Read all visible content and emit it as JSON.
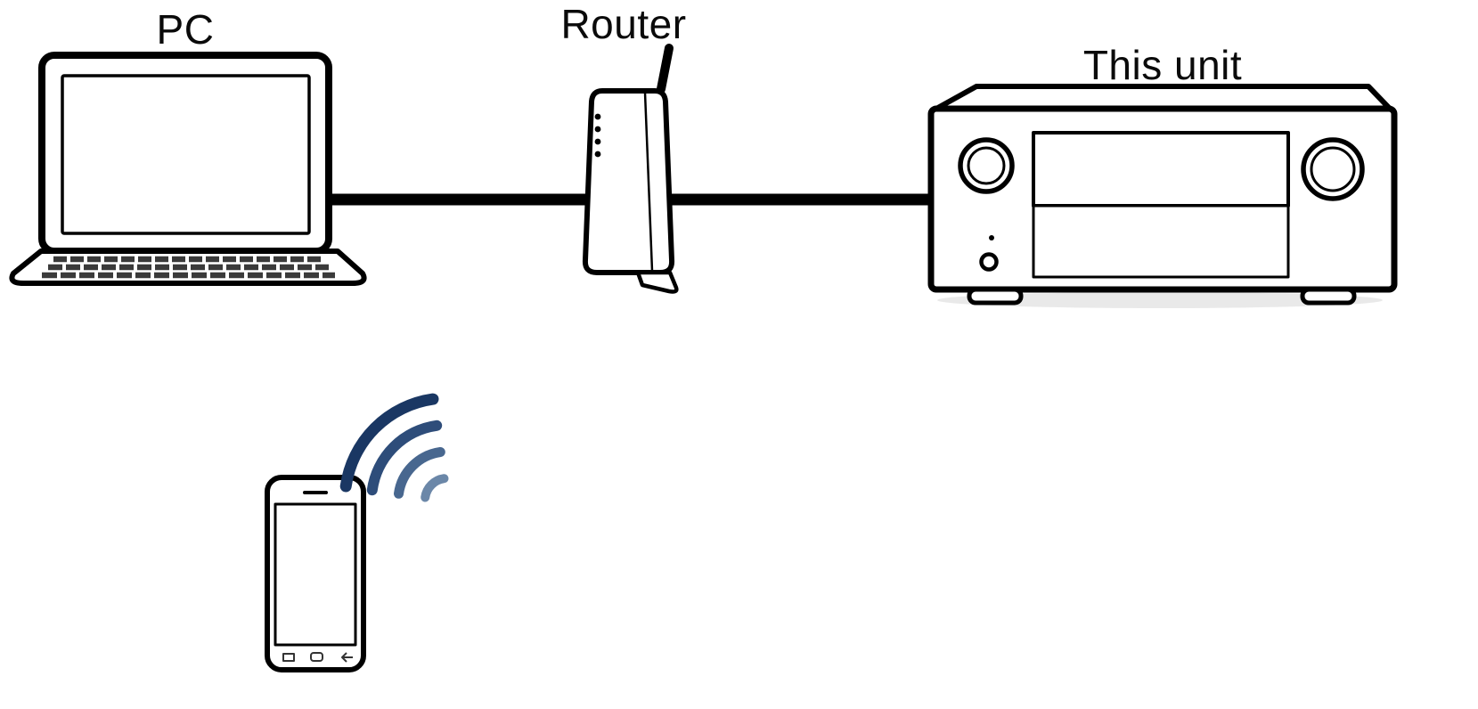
{
  "diagram": {
    "title_labels": {
      "pc": "PC",
      "router": "Router",
      "unit": "This unit"
    },
    "connection": {
      "color": "#000000"
    },
    "wifi": {
      "colors": [
        "#6b87a8",
        "#48678f",
        "#2e4d7a",
        "#1a3763"
      ]
    },
    "icons": {
      "laptop": "laptop-icon",
      "router": "router-icon",
      "receiver": "receiver-icon",
      "smartphone": "smartphone-icon",
      "wifi": "wifi-signal-icon"
    },
    "background": "#ffffff"
  }
}
